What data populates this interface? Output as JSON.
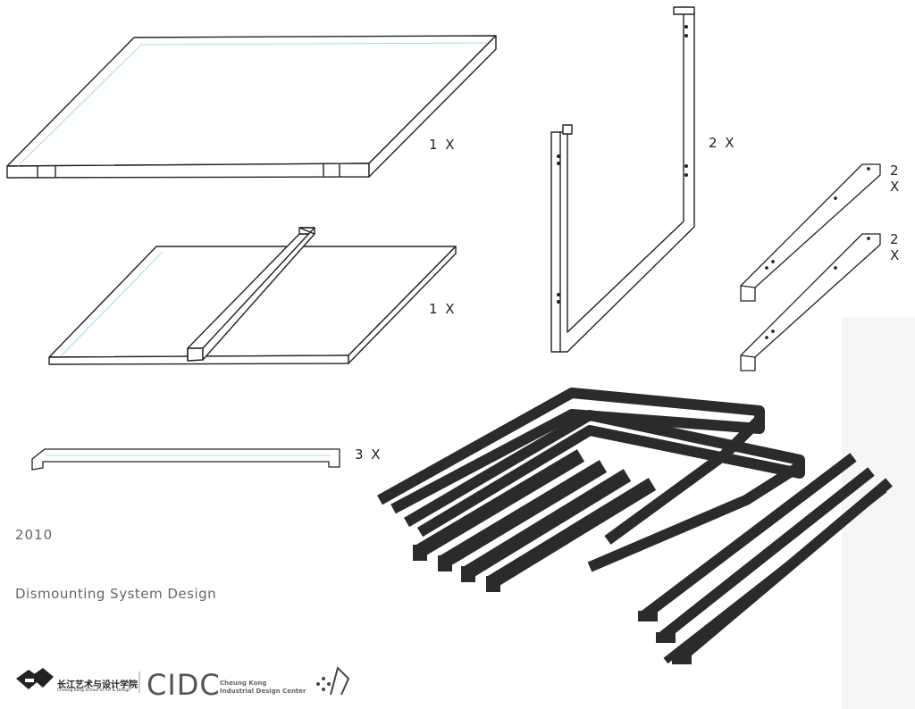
{
  "labels": {
    "top_panel_qty": "1 X",
    "divider_panel_qty": "1 X",
    "u_frame_qty": "2 X",
    "bracket_a_qty": "2 X",
    "bracket_b_qty": "2 X",
    "rail_qty": "3 X"
  },
  "caption": {
    "year": "2010",
    "title": "Dismounting System Design"
  },
  "footer": {
    "school_cn": "长江艺术与设计学院",
    "school_en": "Cheung Kong School of Art & Design",
    "cidc": "CIDC",
    "cidc_line1": "Cheung Kong",
    "cidc_line2": "Industrial Design Center"
  },
  "colors": {
    "line": "#222222",
    "guide": "#8ecfe0",
    "metal": "#2b2b2b"
  }
}
